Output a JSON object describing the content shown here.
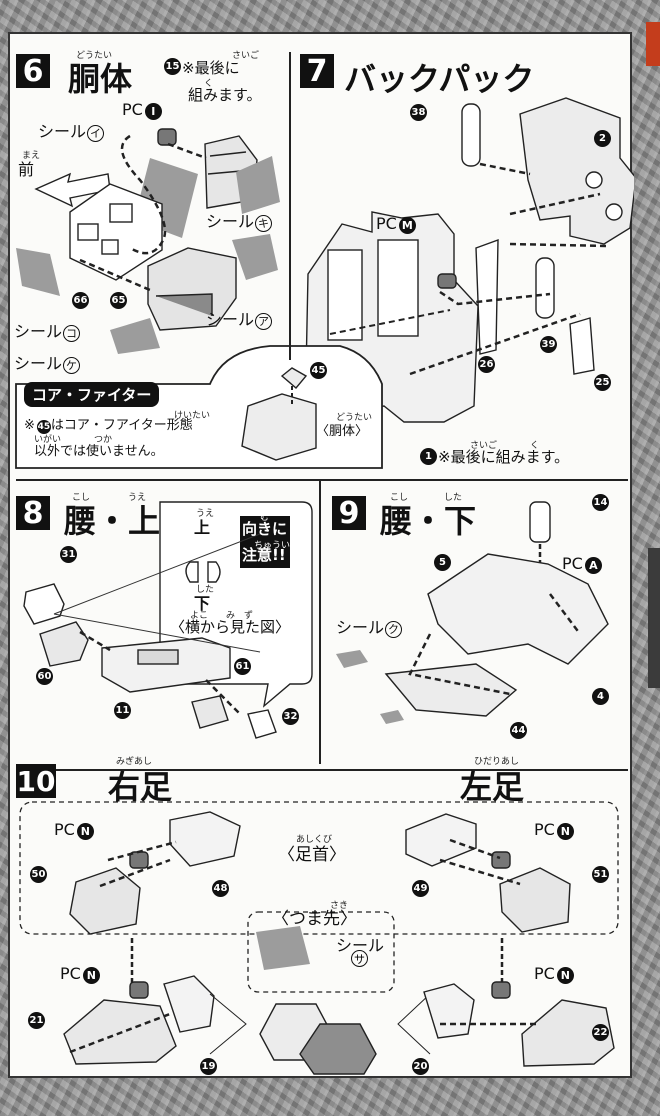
{
  "sec6": {
    "num": "6",
    "title": "胴体",
    "ruby": "どうたい",
    "note_part": "15",
    "note1": "※最後に",
    "note1_ruby": "さいご",
    "note2": "組みます。",
    "note2_ruby": "く",
    "pc_label": "PC",
    "pc_letter": "I",
    "front": "前",
    "front_ruby": "まえ",
    "seal_i": "シール",
    "seal_i_mark": "イ",
    "seal_ki": "シール",
    "seal_ki_mark": "キ",
    "seal_a": "シール",
    "seal_a_mark": "ア",
    "seal_ko": "シール",
    "seal_ko_mark": "コ",
    "seal_ke": "シール",
    "seal_ke_mark": "ケ",
    "part66": "66",
    "part65": "65"
  },
  "core": {
    "title": "コア・ファイター",
    "part": "45",
    "line1": "はコア・フアイター形態",
    "line1_mark": "※",
    "line1_ruby": "けいたい",
    "line2": "以外では使いません。",
    "line2_ruby_a": "いがい",
    "line2_ruby_b": "つか",
    "body": "〈胴体〉",
    "body_ruby": "どうたい",
    "part45": "45"
  },
  "sec7": {
    "num": "7",
    "title": "バックパック",
    "pc_label": "PC",
    "pc_letter": "M",
    "p38": "38",
    "p2": "2",
    "p26": "26",
    "p39": "39",
    "p25": "25",
    "p1": "1",
    "note": "※最後に組みます。",
    "note_ruby_a": "さいご",
    "note_ruby_b": "く"
  },
  "sec8": {
    "num": "8",
    "title": "腰・上",
    "ruby_a": "こし",
    "ruby_b": "うえ",
    "top": "上",
    "top_ruby": "うえ",
    "bottom": "下",
    "bottom_ruby": "した",
    "caution1": "向きに",
    "caution2": "注意!!",
    "caution_ruby_a": "む",
    "caution_ruby_b": "ちゅうい",
    "side": "〈横から見た図〉",
    "side_ruby": "よこ　　み　ず",
    "p31": "31",
    "p60": "60",
    "p11": "11",
    "p61": "61",
    "p32": "32"
  },
  "sec9": {
    "num": "9",
    "title": "腰・下",
    "ruby_a": "こし",
    "ruby_b": "した",
    "p14": "14",
    "p5": "5",
    "pc_label": "PC",
    "pc_letter": "A",
    "seal": "シール",
    "seal_mark": "ク",
    "p4": "4",
    "p44": "44"
  },
  "sec10": {
    "num": "10",
    "right": "右足",
    "right_ruby": "みぎあし",
    "left": "左足",
    "left_ruby": "ひだりあし",
    "ankle": "〈足首〉",
    "ankle_ruby": "あしくび",
    "toe": "〈つま先〉",
    "toe_ruby": "さき",
    "seal": "シール",
    "seal_mark": "サ",
    "pc_label": "PC",
    "pc_letter": "N",
    "p50": "50",
    "p48": "48",
    "p49": "49",
    "p51": "51",
    "p21": "21",
    "p19": "19",
    "p20": "20",
    "p22": "22"
  }
}
